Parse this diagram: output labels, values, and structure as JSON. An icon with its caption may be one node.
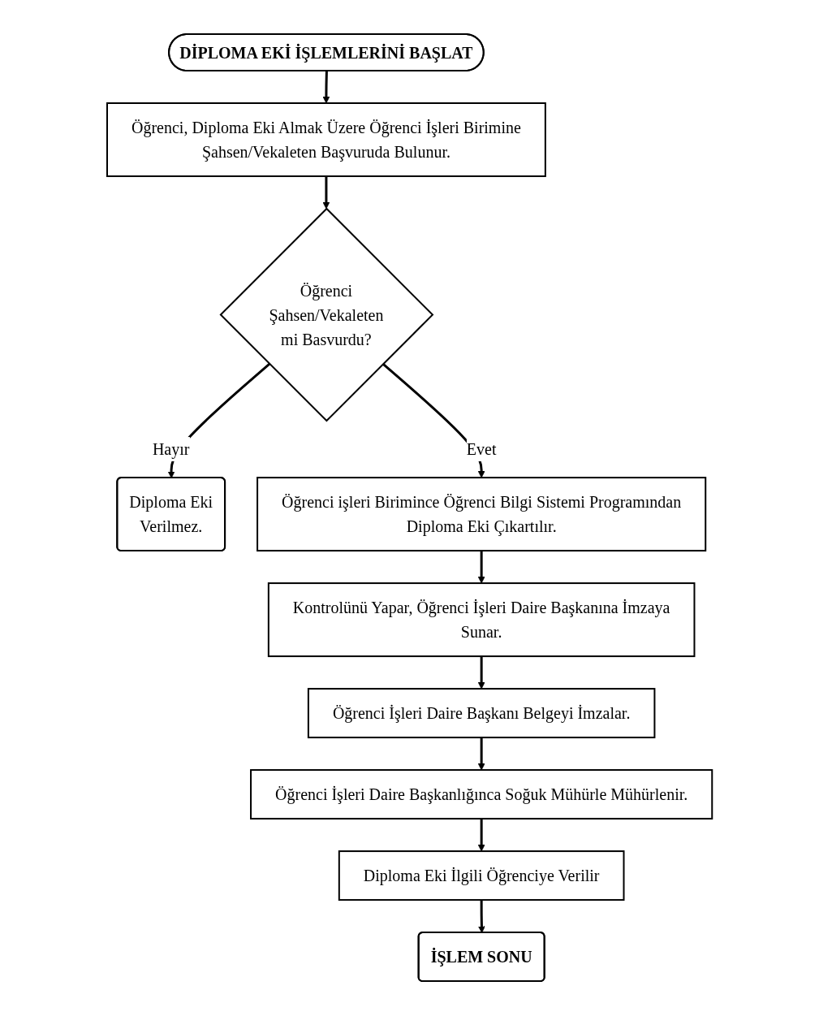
{
  "diagram": {
    "nodes": [
      {
        "text": [
          "DİPLOMA EKİ İŞLEMLERİNİ BAŞLAT"
        ]
      },
      {
        "text": [
          "Öğrenci, Diploma Eki Almak Üzere Öğrenci İşleri Birimine Şahsen/Vekaleten Başvuruda Bulunur."
        ]
      },
      {
        "text": [
          "Öğrenci Şahsen/Vekaleten mi Basvurdu?"
        ]
      },
      {
        "text": [
          "Diploma Eki Verilmez."
        ]
      },
      {
        "text": [
          "Öğrenci işleri Birimince Öğrenci Bilgi Sistemi Programından Diploma Eki Çıkartılır."
        ]
      },
      {
        "text": [
          "Kontrolünü Yapar, Öğrenci İşleri Daire Başkanına İmzaya Sunar."
        ]
      },
      {
        "text": [
          "Öğrenci İşleri Daire Başkanı Belgeyi İmzalar."
        ]
      },
      {
        "text": [
          "Öğrenci İşleri Daire Başkanlığınca Soğuk Mühürle Mühürlenir."
        ]
      },
      {
        "text": [
          "Diploma Eki İlgili Öğrenciye Verilir"
        ]
      },
      {
        "text": [
          "İŞLEM SONU"
        ]
      }
    ],
    "edges": [
      {
        "from": 0,
        "to": 1,
        "arrow": "to"
      },
      {
        "from": 1,
        "to": 2,
        "arrow": "to"
      },
      {
        "from": 2,
        "to": 3,
        "arrow": "to",
        "label": "Hayır"
      },
      {
        "from": 2,
        "to": 4,
        "arrow": "to",
        "label": "Evet"
      },
      {
        "from": 4,
        "to": 5,
        "arrow": "to"
      },
      {
        "from": 5,
        "to": 6,
        "arrow": "to"
      },
      {
        "from": 6,
        "to": 7,
        "arrow": "to"
      },
      {
        "from": 7,
        "to": 8,
        "arrow": "to"
      },
      {
        "from": 8,
        "to": 9,
        "arrow": "to"
      }
    ]
  }
}
